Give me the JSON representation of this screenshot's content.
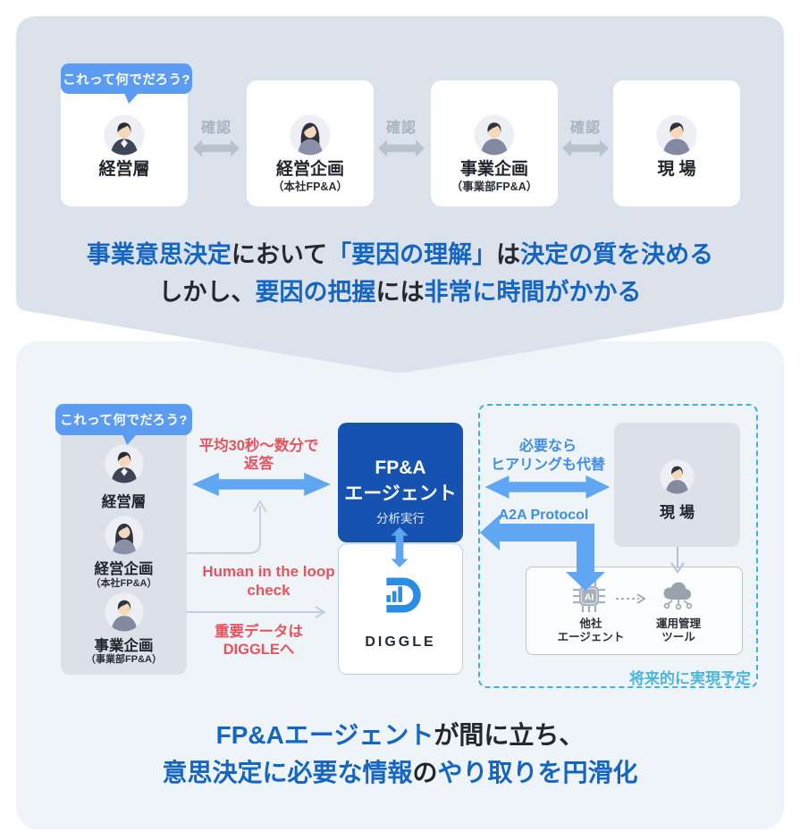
{
  "colors": {
    "top_panel": "#dce2eb",
    "bottom_panel": "#eff4f9",
    "bubble_blue": "#5b9cf2",
    "headline_blue": "#1565c3",
    "arrow_blue": "#61a6f3",
    "agent_box_blue": "#1652b0",
    "alert_red": "#e5545e",
    "label_blue": "#3d8de8",
    "future_teal": "#4cb6da",
    "diggle_blue": "#2b8ce4",
    "confirm_gray": "#a9b3c1"
  },
  "top_section": {
    "bubble_text": "これって何でだろう?",
    "confirm_label": "確認",
    "actors": [
      {
        "label": "経営層",
        "sub": ""
      },
      {
        "label": "経営企画",
        "sub": "（本社FP&A）"
      },
      {
        "label": "事業企画",
        "sub": "（事業部FP&A）"
      },
      {
        "label": "現場",
        "sub": ""
      }
    ],
    "headline_line1": [
      {
        "t": "事業意思決定",
        "em": true
      },
      {
        "t": "において",
        "em": false
      },
      {
        "t": "「要因の理解」",
        "em": true
      },
      {
        "t": "は",
        "em": false
      },
      {
        "t": "決定の質を決める",
        "em": true
      }
    ],
    "headline_line2": [
      {
        "t": "しかし、",
        "em": false
      },
      {
        "t": "要因の把握",
        "em": true
      },
      {
        "t": "には",
        "em": false
      },
      {
        "t": "非常に時間がかかる",
        "em": true
      }
    ]
  },
  "bottom_section": {
    "bubble_text": "これって何でだろう?",
    "left_actors": [
      {
        "label": "経営層",
        "sub": ""
      },
      {
        "label": "経営企画",
        "sub": "（本社FP&A）"
      },
      {
        "label": "事業企画",
        "sub": "（事業部FP&A）"
      }
    ],
    "annotations": {
      "response_time": [
        "平均30秒〜数分で",
        "返答"
      ],
      "hitl": [
        "Human in the loop",
        "check"
      ],
      "important_data": [
        "重要データは",
        "DIGGLEへ"
      ]
    },
    "agent_box": {
      "title1": "FP&A",
      "title2": "エージェント",
      "subtitle": "分析実行"
    },
    "diggle_label": "DIGGLE",
    "right_box": {
      "hearing": [
        "必要なら",
        "ヒアリングも代替"
      ],
      "a2a": "A2A Protocol",
      "genba_label": "現場",
      "ai_chip": "AI",
      "other_agent": [
        "他社",
        "エージェント"
      ],
      "ops_tool": [
        "運用管理",
        "ツール"
      ],
      "future_note": "将来的に実現予定"
    },
    "headline_line1": [
      {
        "t": "FP&Aエージェント",
        "em": true
      },
      {
        "t": "が間に立ち、",
        "em": false
      }
    ],
    "headline_line2": [
      {
        "t": "意思決定に必要な情報",
        "em": true
      },
      {
        "t": "の",
        "em": false
      },
      {
        "t": "やり取りを円滑化",
        "em": true
      }
    ]
  }
}
